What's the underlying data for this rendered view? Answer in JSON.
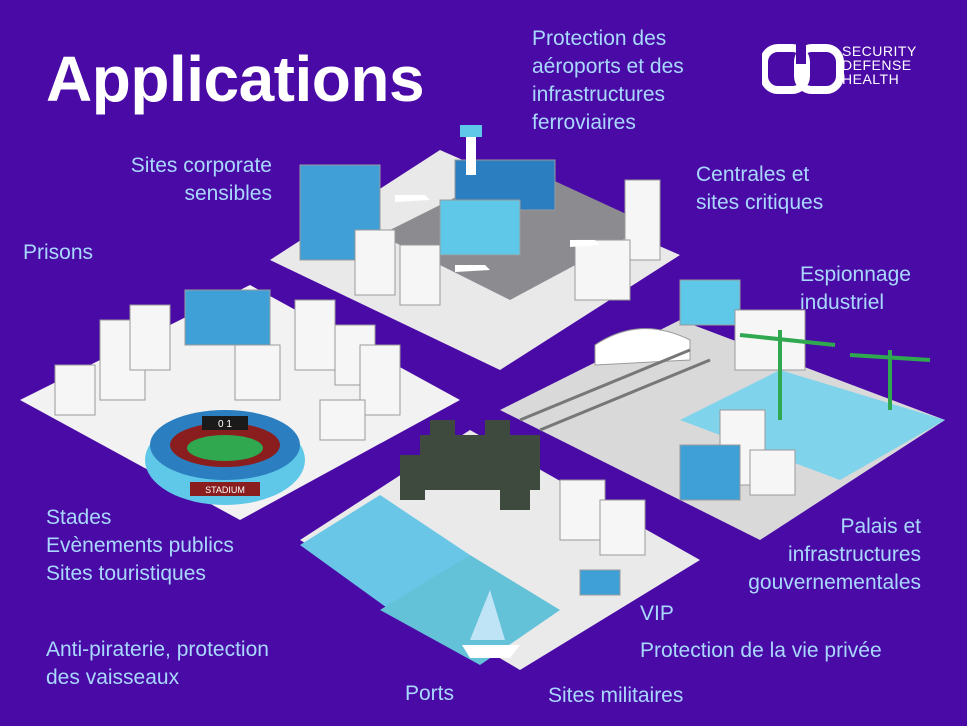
{
  "title": "Applications",
  "logo": {
    "lines": [
      "SECURITY",
      "DEFENSE",
      "HEALTH"
    ]
  },
  "labels": {
    "airports": [
      "Protection des",
      "aéroports et des",
      "infrastructures",
      "ferroviaires"
    ],
    "corporate": [
      "Sites corporate",
      "sensibles"
    ],
    "plants": [
      "Centrales et",
      "sites critiques"
    ],
    "prisons": "Prisons",
    "espionage": [
      "Espionnage",
      "industriel"
    ],
    "stadiums": [
      "Stades",
      "Evènements publics",
      "Sites touristiques"
    ],
    "palaces": [
      "Palais et",
      "infrastructures",
      "gouvernementales"
    ],
    "vip": "VIP",
    "privacy": "Protection de la vie privée",
    "piracy": [
      "Anti-piraterie, protection",
      "des vaisseaux"
    ],
    "ports": "Ports",
    "military": "Sites militaires"
  },
  "stadium_sign": "STADIUM",
  "scoreboard": "0 1",
  "colors": {
    "background": "#4a0aa6",
    "label": "#a9d8ff",
    "tile": "#f0f0f0",
    "accent": "#5fc8e8"
  }
}
